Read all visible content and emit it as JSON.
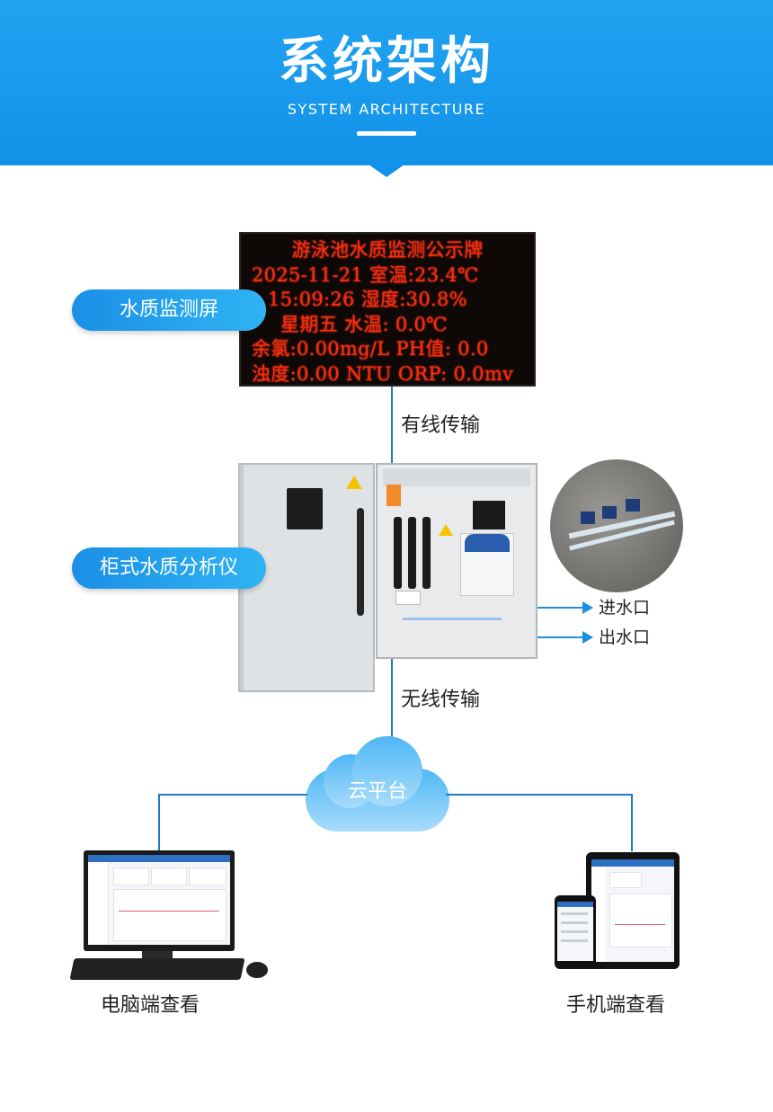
{
  "header": {
    "title": "系统架构",
    "subtitle": "SYSTEM ARCHITECTURE"
  },
  "led_screen": {
    "lines": [
      "游泳池水质监测公示牌",
      "2025-11-21 室温:23.4℃",
      "15:09:26  湿度:30.8%",
      "星期五   水温: 0.0℃",
      "余氯:0.00mg/L PH值: 0.0",
      "浊度:0.00 NTU ORP: 0.0mv"
    ]
  },
  "labels": {
    "screen": "水质监测屏",
    "analyzer": "柜式水质分析仪",
    "wired": "有线传输",
    "wireless": "无线传输",
    "inlet": "进水口",
    "outlet": "出水口",
    "cloud": "云平台",
    "pc_view": "电脑端查看",
    "mobile_view": "手机端查看"
  },
  "colors": {
    "header_blue": "#1192e8",
    "line_blue": "#1f7bc4",
    "led_red": "#ff2a0e"
  }
}
